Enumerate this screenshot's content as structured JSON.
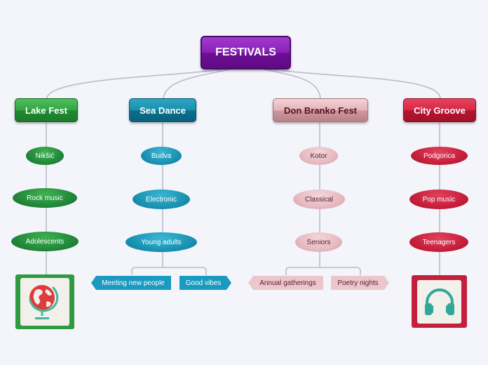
{
  "root": {
    "label": "FESTIVALS"
  },
  "festivals": [
    {
      "name": "Lake Fest",
      "city": "Nikšić",
      "genre": "Rock music",
      "audience": "Adolescents",
      "image": "globe-icon"
    },
    {
      "name": "Sea Dance",
      "city": "Budva",
      "genre": "Electronic",
      "audience": "Young adults",
      "tags": [
        "Meeting new people",
        "Good vibes"
      ]
    },
    {
      "name": "Don Branko Fest",
      "city": "Kotor",
      "genre": "Classical",
      "audience": "Seniors",
      "tags": [
        "Annual gatherings",
        "Poetry nights"
      ]
    },
    {
      "name": "City Groove",
      "city": "Podgorica",
      "genre": "Pop music",
      "audience": "Teenagers",
      "image": "headphones-icon"
    }
  ],
  "colors": {
    "root": "#7b1aa6",
    "green": "#2a9a3c",
    "teal": "#1a8fae",
    "pink": "#e4b4ba",
    "red": "#c41f3c",
    "connector": "#b5b8c6"
  }
}
